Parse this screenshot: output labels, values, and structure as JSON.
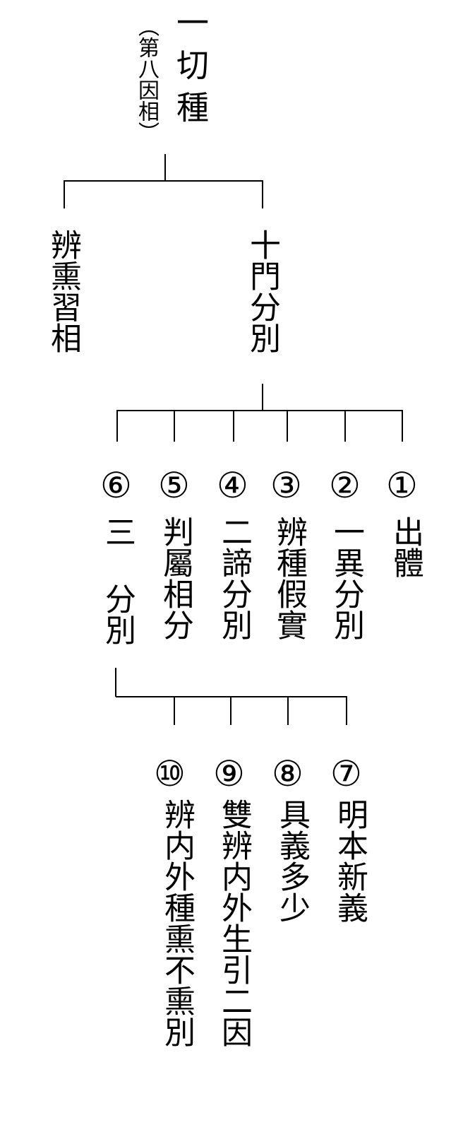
{
  "root": {
    "title": "一切種",
    "note": "（第八因相）"
  },
  "level1": [
    {
      "label": "辨熏習相"
    },
    {
      "label": "十門分別"
    }
  ],
  "ten_gates_row1": [
    {
      "marker": "⑥",
      "label": "三 分別"
    },
    {
      "marker": "⑤",
      "label": "判屬相分"
    },
    {
      "marker": "④",
      "label": "二諦分別"
    },
    {
      "marker": "③",
      "label": "辨種假實"
    },
    {
      "marker": "②",
      "label": "一異分別"
    },
    {
      "marker": "①",
      "label": "出體"
    }
  ],
  "ten_gates_row2": [
    {
      "marker": "⑩",
      "label": "辨内外種熏不熏別"
    },
    {
      "marker": "⑨",
      "label": "雙辨内外生引二因"
    },
    {
      "marker": "⑧",
      "label": "具義多少"
    },
    {
      "marker": "⑦",
      "label": "明本新義"
    }
  ]
}
